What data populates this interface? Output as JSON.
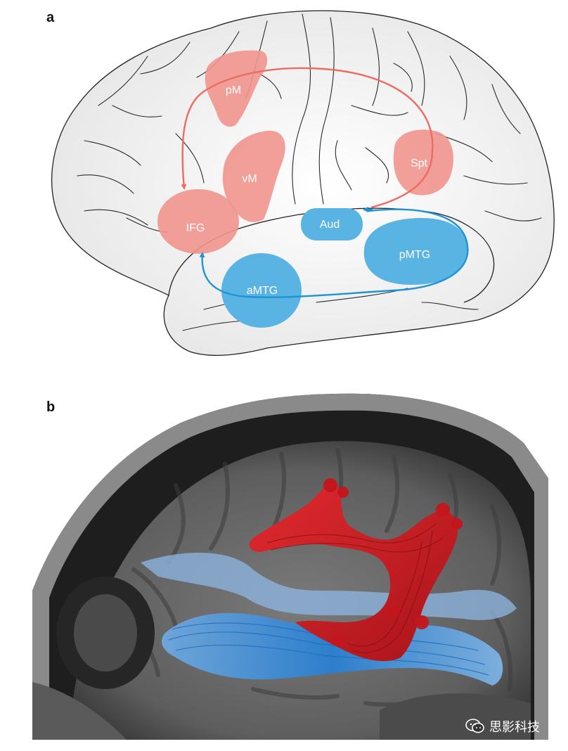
{
  "panel_a": {
    "letter": "a",
    "regions": {
      "pM": "pM",
      "vM": "vM",
      "IFG": "IFG",
      "Spt": "Spt",
      "Aud": "Aud",
      "pMTG": "pMTG",
      "aMTG": "aMTG"
    },
    "colors": {
      "dorsal_region": "#f0958d",
      "dorsal_arrow": "#ec6b62",
      "ventral_region": "#5ab4e3",
      "ventral_arrow": "#1e94d4",
      "cortex_fill": "#f1f1f1",
      "sulci": "#2a2a2a"
    }
  },
  "panel_b": {
    "letter": "b",
    "colors": {
      "dorsal_tract": "#d41f25",
      "ventral_tract": "#2a7fd0",
      "mri_background": "#6a6a6a"
    },
    "watermark": "思影科技",
    "watermark_icon": "wechat-icon"
  }
}
